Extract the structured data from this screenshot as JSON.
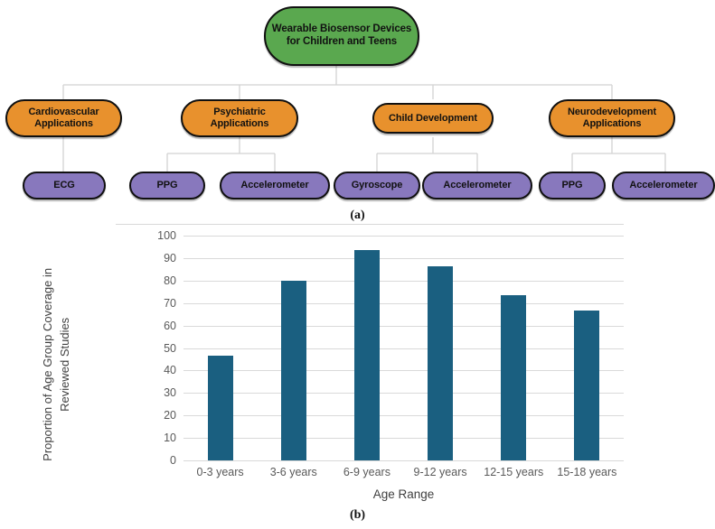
{
  "figure": {
    "panel_a_caption": "(a)",
    "panel_b_caption": "(b)"
  },
  "diagram": {
    "type": "hierarchy-tree",
    "colors": {
      "root": "#5aa84f",
      "category": "#e8912d",
      "leaf": "#8878bd",
      "outline": "#101010",
      "connector": "#d0d0d0"
    },
    "root": {
      "label": "Wearable Biosensor Devices for Children and Teens"
    },
    "categories": [
      {
        "label": "Cardiovascular Applications",
        "children": [
          {
            "label": "ECG"
          }
        ]
      },
      {
        "label": "Psychiatric Applications",
        "children": [
          {
            "label": "PPG"
          },
          {
            "label": "Accelerometer"
          }
        ]
      },
      {
        "label": "Child Development",
        "children": [
          {
            "label": "Gyroscope"
          },
          {
            "label": "Accelerometer"
          }
        ]
      },
      {
        "label": "Neurodevelopment Applications",
        "children": [
          {
            "label": "PPG"
          },
          {
            "label": "Accelerometer"
          }
        ]
      }
    ]
  },
  "chart_data": {
    "type": "bar",
    "title": "",
    "xlabel": "Age Range",
    "ylabel": "Proportion of Age Group Coverage in Reviewed Studies",
    "categories": [
      "0-3 years",
      "3-6 years",
      "6-9 years",
      "9-12 years",
      "12-15 years",
      "15-18 years"
    ],
    "values": [
      46.5,
      80,
      93.5,
      86.5,
      73.3,
      66.5
    ],
    "ylim": [
      0,
      100
    ],
    "yticks": [
      0,
      10,
      20,
      30,
      40,
      50,
      60,
      70,
      80,
      90,
      100
    ],
    "grid": true,
    "legend": "none",
    "bar_color": "#1a5f80"
  }
}
